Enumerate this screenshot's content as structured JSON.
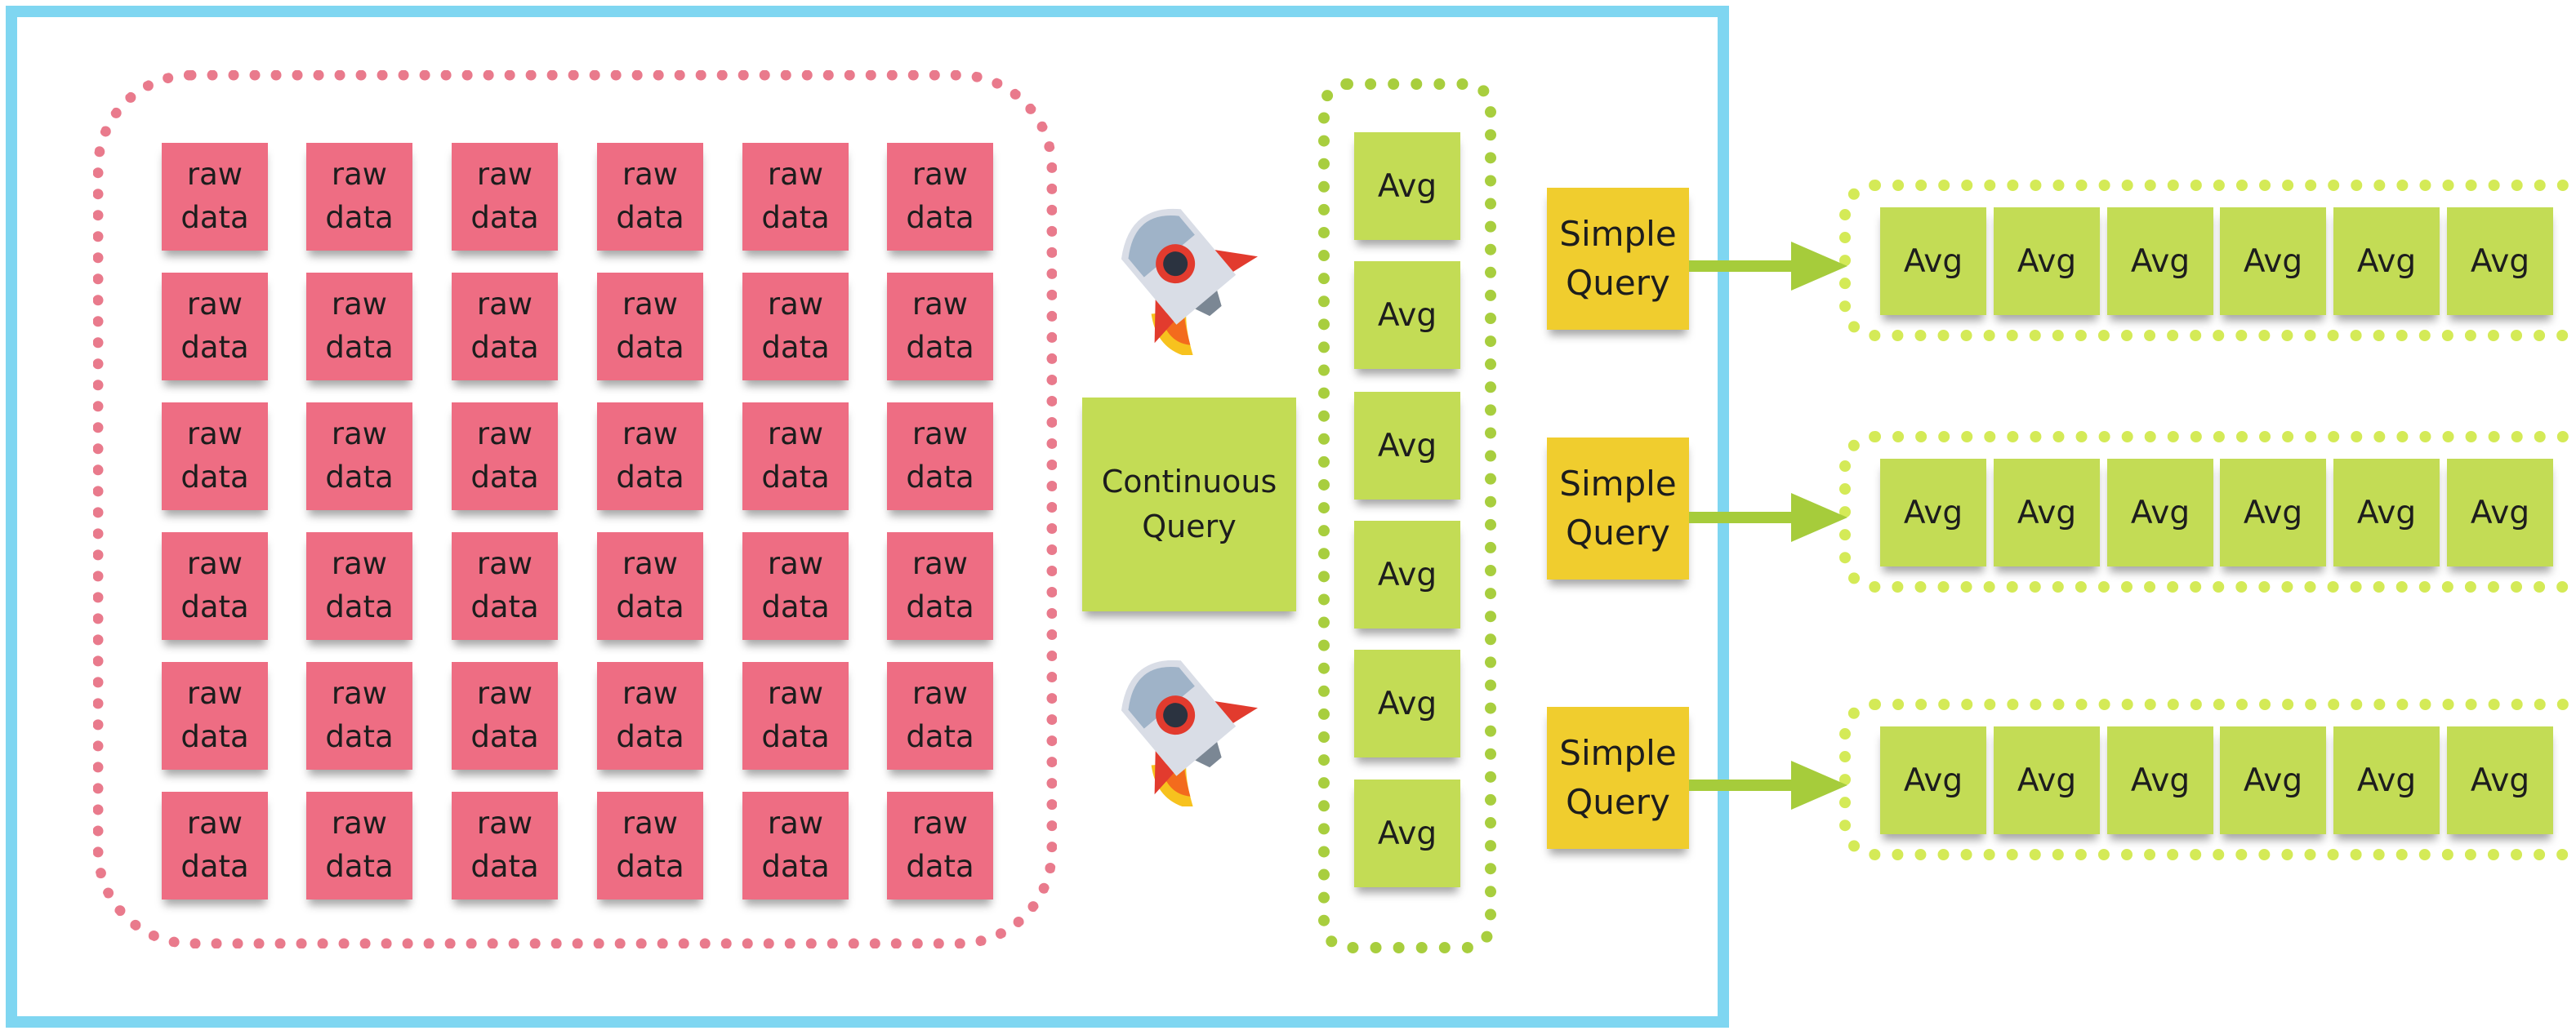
{
  "raw": {
    "label": "raw\ndata"
  },
  "continuous_query": {
    "label": "Continuous\nQuery"
  },
  "avg": {
    "label": "Avg"
  },
  "simple_query": {
    "label": "Simple\nQuery"
  },
  "colors": {
    "frame": "#7fd6f1",
    "raw_sticky": "#ee6d83",
    "raw_border": "#e97a8c",
    "avg_sticky": "#c3dc55",
    "avg_border": "#a8ce3e",
    "simple_query": "#f0cd2e",
    "arrow": "#a6cc3b"
  },
  "icons": [
    "rocket-icon",
    "arrow-right-icon"
  ]
}
